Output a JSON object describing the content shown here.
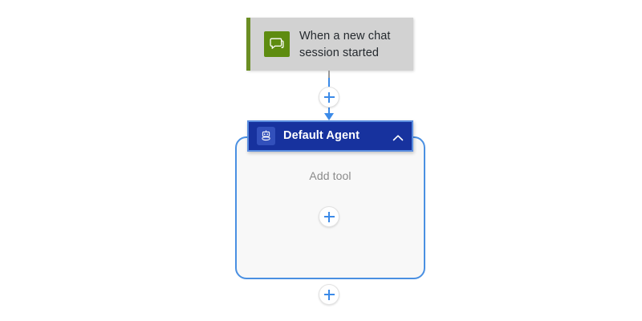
{
  "canvas": {
    "background": "#ffffff",
    "accent_blue": "#3b8ae8",
    "container_border": "#4a90e2",
    "agent_navy": "#17329e",
    "trigger_grey": "#d2d2d2",
    "trigger_green": "#5e8c10"
  },
  "trigger": {
    "icon": "chat-bubble-icon",
    "title_line1": "When a new chat",
    "title_line2": "session started"
  },
  "connector": {
    "add_step_label": "+"
  },
  "agent": {
    "icon": "bot-icon",
    "title": "Default Agent",
    "collapse_icon": "chevron-up-icon",
    "empty_state_label": "Add tool",
    "add_tool_label": "+"
  },
  "bottom": {
    "add_step_label": "+"
  }
}
